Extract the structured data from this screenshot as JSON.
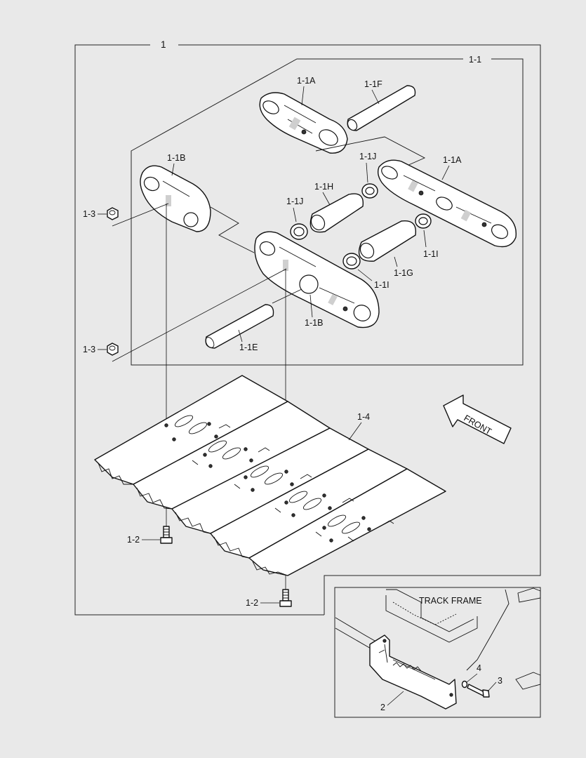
{
  "assembly": {
    "label": "1",
    "sub_assembly_label": "1-1"
  },
  "callouts": {
    "link_a_upper": "1-1A",
    "pin_f": "1-1F",
    "link_b_left": "1-1B",
    "seal_j_right": "1-1J",
    "link_a_right": "1-1A",
    "bushing_h": "1-1H",
    "seal_j_left": "1-1J",
    "nut_upper": "1-3",
    "seal_i_right": "1-1I",
    "bushing_g": "1-1G",
    "seal_i_left": "1-1I",
    "link_b_center": "1-1B",
    "nut_lower": "1-3",
    "pin_e": "1-1E",
    "shoe": "1-4",
    "bolt_left": "1-2",
    "bolt_right": "1-2"
  },
  "front_arrow": {
    "text": "FRONT"
  },
  "inset": {
    "title": "TRACK FRAME",
    "bracket": "2",
    "bolt": "3",
    "washer": "4"
  }
}
